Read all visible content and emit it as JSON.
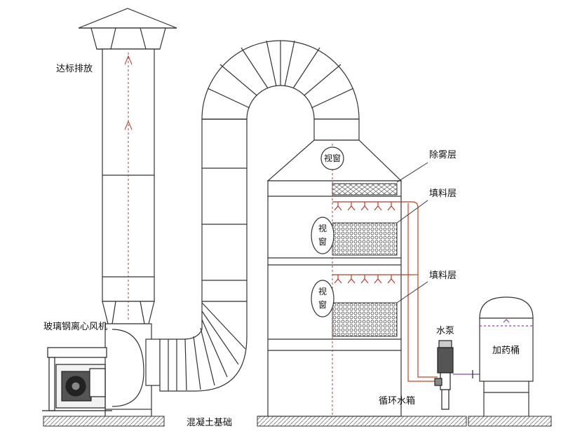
{
  "labels": {
    "emission": "达标排放",
    "fan": "玻璃钢离心风机",
    "demister": "除雾层",
    "packing_upper": "填料层",
    "packing_lower": "填料层",
    "pump": "水泵",
    "dosing_tank": "加药桶",
    "circulation_tank": "循环水箱",
    "foundation": "混凝土基础",
    "sight_window_top": "视窗",
    "sight_window_mid_1": "视",
    "sight_window_mid_2": "窗",
    "sight_window_low_1": "视",
    "sight_window_low_2": "窗"
  },
  "colors": {
    "line": "#333333",
    "flow_arrow": "#c0392b",
    "pipe": "#d04020",
    "packing": "#555555",
    "nozzle": "#c0392b",
    "dosing_line": "#8e44ad"
  }
}
